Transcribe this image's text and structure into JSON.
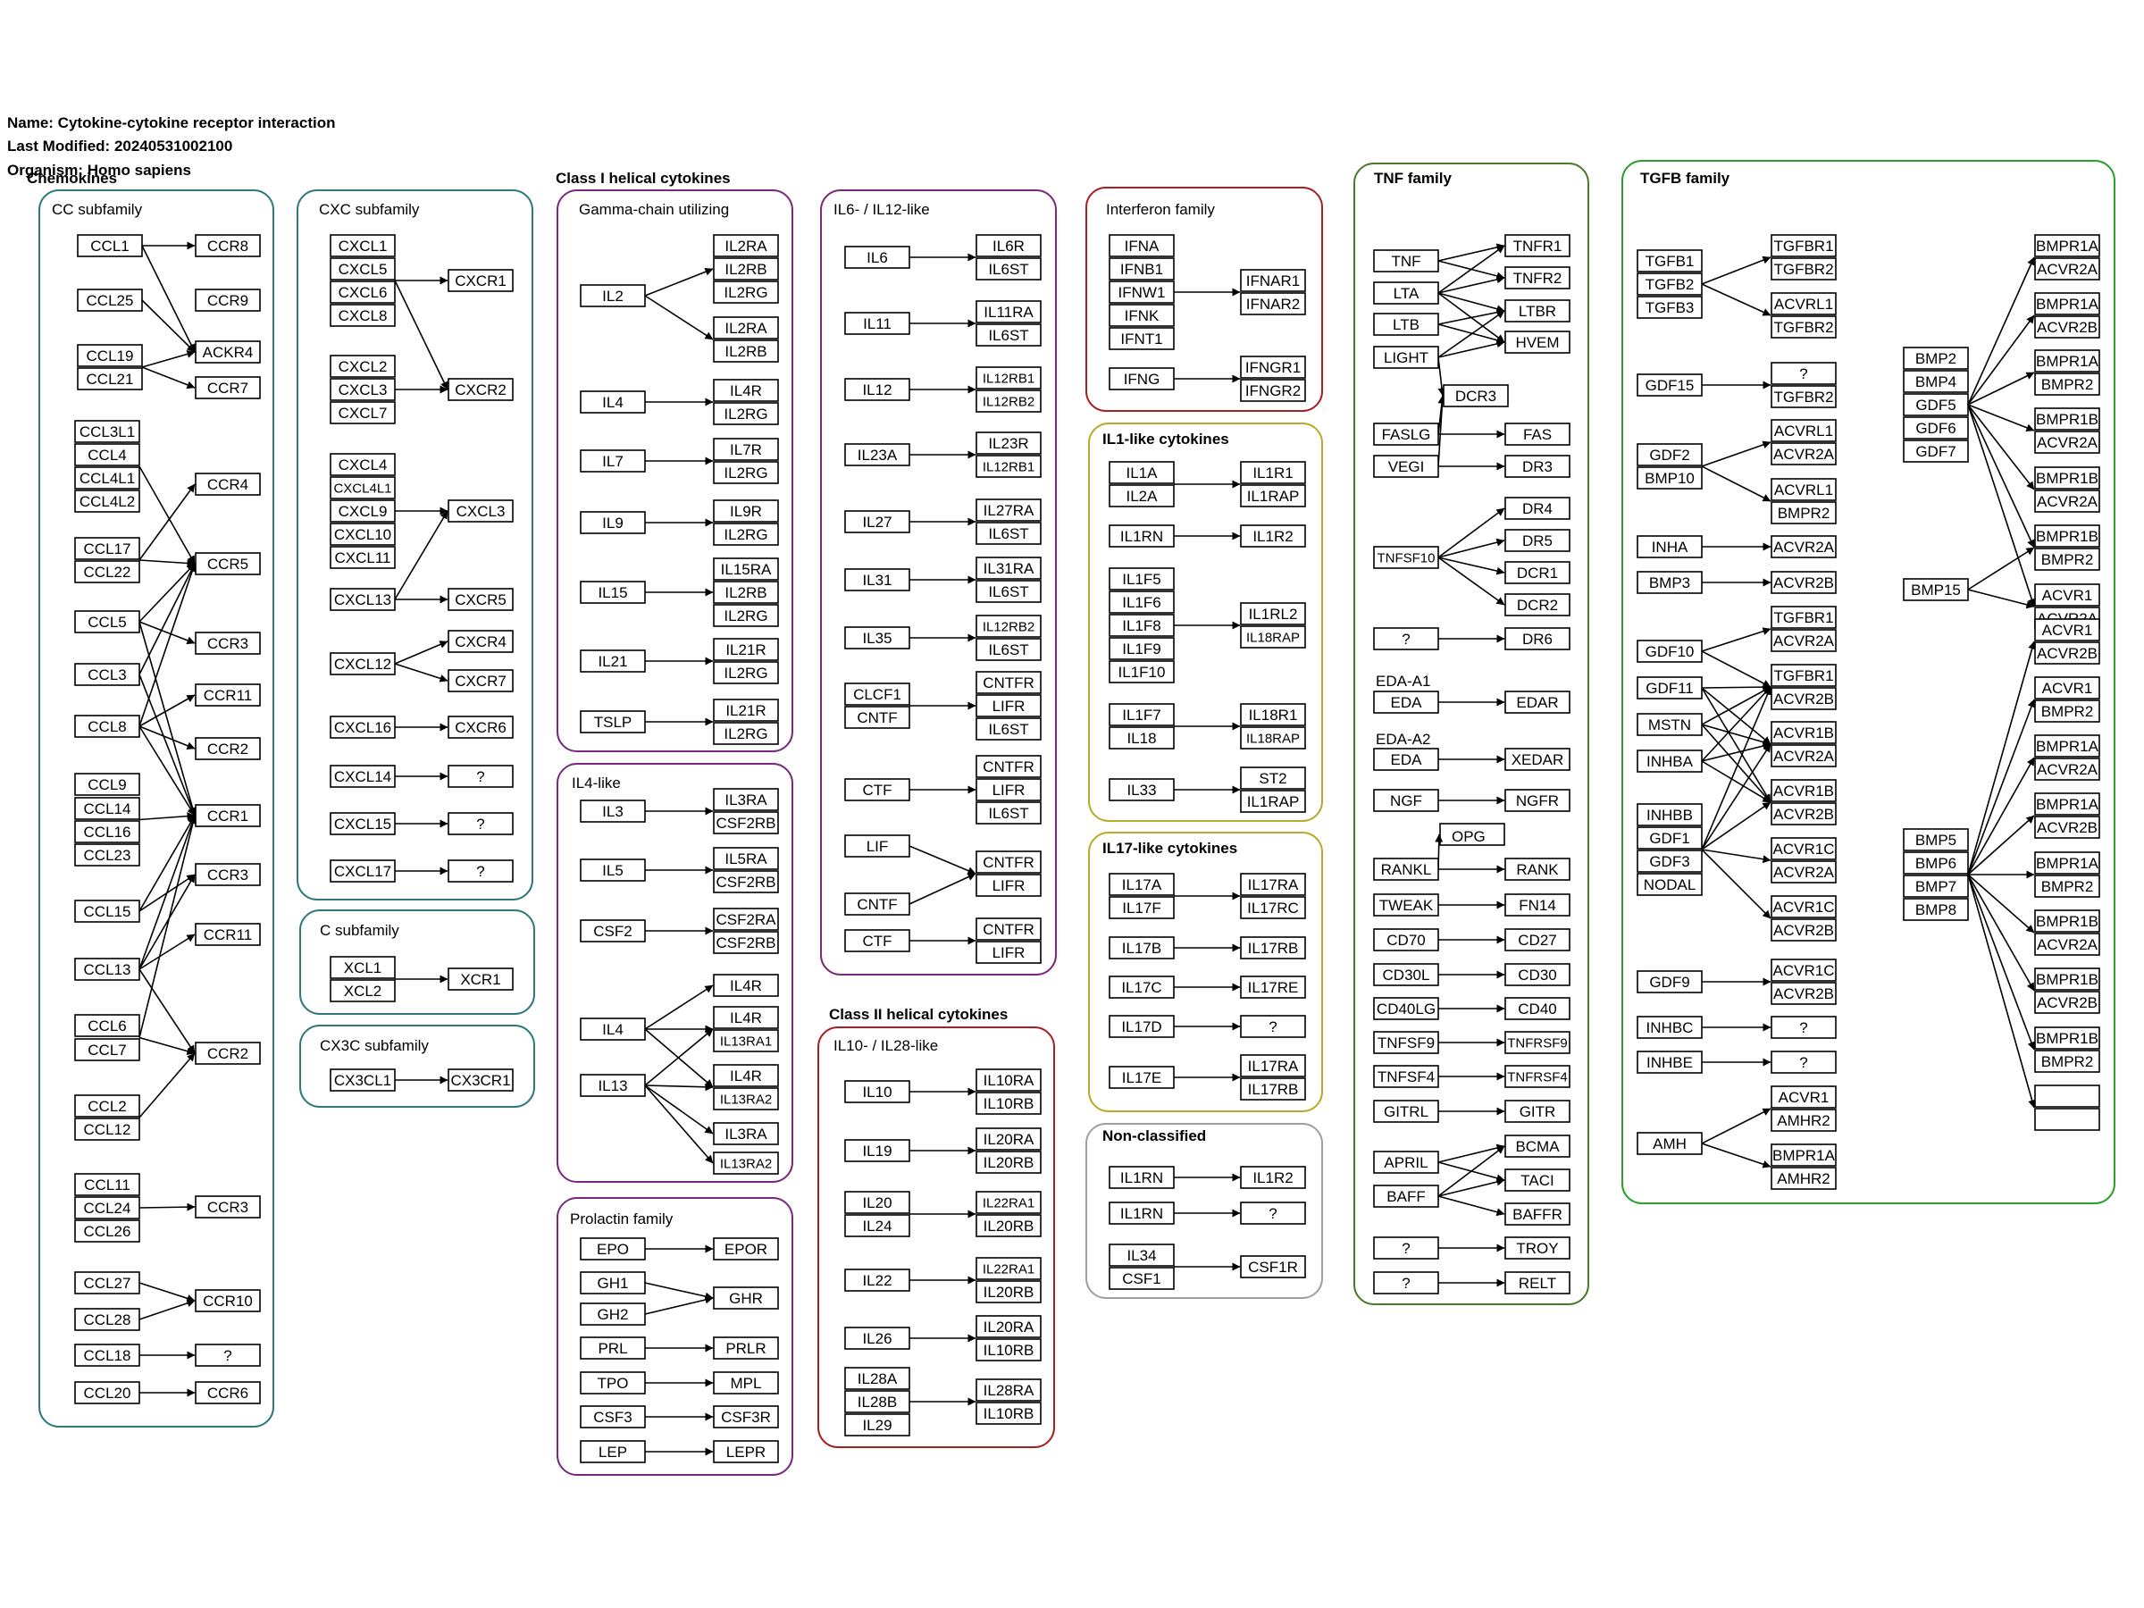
{
  "header": {
    "name": "Name: Cytokine-cytokine receptor interaction",
    "modified": "Last Modified: 20240531002100",
    "organism": "Organism: Homo sapiens"
  },
  "titles": {
    "chemokines": "Chemokines",
    "class1": "Class I helical cytokines",
    "class2": "Class II helical cytokines",
    "tnf": "TNF family",
    "tgfb": "TGFB family",
    "il1like": "IL1-like cytokines",
    "il17like": "IL17-like cytokines",
    "nonclass": "Non-classified"
  },
  "subgroups": {
    "cc": "CC subfamily",
    "cxc": "CXC subfamily",
    "c": "C subfamily",
    "cx3c": "CX3C subfamily",
    "gamma": "Gamma-chain utilizing",
    "il4like": "IL4-like",
    "prolactin": "Prolactin family",
    "il6": "IL6- / IL12-like",
    "interferon": "Interferon family",
    "il10": "IL10- / IL28-like"
  },
  "colors": {
    "chemokine_frame": "#2e7a7a",
    "class1_frame": "#7a2a7a",
    "class2_frame": "#a82020",
    "il1_frame": "#b5ac2a",
    "nonclass_frame": "#a0a0a0",
    "tnf_frame": "#4c7a2a",
    "tgfb_frame": "#2aa02a",
    "node_border": "#000000",
    "arrow": "#000000"
  },
  "labels": {
    "eda_a1": "EDA-A1",
    "eda_a2": "EDA-A2",
    "opg": "OPG"
  },
  "genes": {
    "cc_lig": [
      "CCL1",
      "CCL25",
      "CCL19",
      "CCL21",
      "CCL3L1",
      "CCL4",
      "CCL4L1",
      "CCL4L2",
      "CCL17",
      "CCL22",
      "CCL5",
      "CCL3",
      "CCL8",
      "CCL9",
      "CCL14",
      "CCL16",
      "CCL23",
      "CCL15",
      "CCL13",
      "CCL6",
      "CCL7",
      "CCL2",
      "CCL12",
      "CCL11",
      "CCL24",
      "CCL26",
      "CCL27",
      "CCL28",
      "CCL18",
      "CCL20"
    ],
    "cc_rec": [
      "CCR8",
      "CCR9",
      "ACKR4",
      "CCR7",
      "CCR4",
      "CCR5",
      "CCR3",
      "CCR11",
      "CCR2",
      "CCR1",
      "CCR3",
      "CCR11",
      "CCR2",
      "CCR3",
      "CCR10",
      "?",
      "CCR6"
    ],
    "cxc_lig": [
      "CXCL1",
      "CXCL5",
      "CXCL6",
      "CXCL8",
      "CXCL2",
      "CXCL3",
      "CXCL7",
      "CXCL4",
      "CXCL4L1",
      "CXCL9",
      "CXCL10",
      "CXCL11",
      "CXCL13",
      "CXCL12",
      "CXCL16",
      "CXCL14",
      "CXCL15",
      "CXCL17"
    ],
    "cxc_rec": [
      "CXCR1",
      "CXCR2",
      "CXCL3",
      "CXCR5",
      "CXCR4",
      "CXCR7",
      "CXCR6",
      "?",
      "?",
      "?"
    ],
    "c_lig": [
      "XCL1",
      "XCL2"
    ],
    "c_rec": [
      "XCR1"
    ],
    "cx3c_lig": [
      "CX3CL1"
    ],
    "cx3c_rec": [
      "CX3CR1"
    ],
    "gamma_lig": [
      "IL2",
      "IL4",
      "IL7",
      "IL9",
      "IL15",
      "IL21",
      "TSLP"
    ],
    "gamma_rec": [
      "IL2RA",
      "IL2RB",
      "IL2RG",
      "IL2RA",
      "IL2RB",
      "IL4R",
      "IL2RG",
      "IL7R",
      "IL2RG",
      "IL9R",
      "IL2RG",
      "IL15RA",
      "IL2RB",
      "IL2RG",
      "IL21R",
      "IL2RG",
      "IL21R",
      "IL2RG"
    ],
    "il4like_lig": [
      "IL3",
      "IL5",
      "CSF2",
      "IL4",
      "IL13"
    ],
    "il4like_rec": [
      "IL3RA",
      "CSF2RB",
      "IL5RA",
      "CSF2RB",
      "CSF2RA",
      "CSF2RB",
      "IL4R",
      "IL4R",
      "IL13RA1",
      "IL4R",
      "IL13RA2",
      "IL3RA",
      "IL13RA2"
    ],
    "prl_lig": [
      "EPO",
      "GH1",
      "GH2",
      "PRL",
      "TPO",
      "CSF3",
      "LEP"
    ],
    "prl_rec": [
      "EPOR",
      "GHR",
      "PRLR",
      "MPL",
      "CSF3R",
      "LEPR"
    ],
    "il6_lig": [
      "IL6",
      "IL11",
      "IL12",
      "IL23A",
      "IL27",
      "IL31",
      "IL35",
      "CLCF1",
      "CNTF",
      "CTF",
      "LIF",
      "CNTF",
      "CTF"
    ],
    "il6_rec": [
      "IL6R",
      "IL6ST",
      "IL11RA",
      "IL6ST",
      "IL12RB1",
      "IL12RB2",
      "IL23R",
      "IL12RB1",
      "IL27RA",
      "IL6ST",
      "IL31RA",
      "IL6ST",
      "IL12RB2",
      "IL6ST",
      "CNTFR",
      "LIFR",
      "IL6ST",
      "CNTFR",
      "LIFR",
      "IL6ST",
      "CNTFR",
      "LIFR",
      "CNTFR",
      "LIFR"
    ],
    "ifn_lig": [
      "IFNA",
      "IFNB1",
      "IFNW1",
      "IFNK",
      "IFNT1",
      "IFNG"
    ],
    "ifn_rec": [
      "IFNAR1",
      "IFNAR2",
      "IFNGR1",
      "IFNGR2"
    ],
    "il10_lig": [
      "IL10",
      "IL19",
      "IL20",
      "IL24",
      "IL22",
      "IL26",
      "IL28A",
      "IL28B",
      "IL29"
    ],
    "il10_rec": [
      "IL10RA",
      "IL10RB",
      "IL20RA",
      "IL20RB",
      "IL22RA1",
      "IL20RB",
      "IL22RA1",
      "IL20RB",
      "IL20RA",
      "IL10RB",
      "IL28RA",
      "IL10RB"
    ],
    "il1_lig": [
      "IL1A",
      "IL2A",
      "IL1RN",
      "IL1F5",
      "IL1F6",
      "IL1F8",
      "IL1F9",
      "IL1F10",
      "IL1F7",
      "IL18",
      "IL33"
    ],
    "il1_rec": [
      "IL1R1",
      "IL1RAP",
      "IL1R2",
      "IL1RL2",
      "IL18RAP",
      "IL18R1",
      "IL18RAP",
      "ST2",
      "IL1RAP"
    ],
    "il17_lig": [
      "IL17A",
      "IL17F",
      "IL17B",
      "IL17C",
      "IL17D",
      "IL17E"
    ],
    "il17_rec": [
      "IL17RA",
      "IL17RC",
      "IL17RB",
      "IL17RE",
      "?",
      "IL17RA",
      "IL17RB"
    ],
    "nc_lig": [
      "IL1RN",
      "IL1RN",
      "IL34",
      "CSF1"
    ],
    "nc_rec": [
      "IL1R2",
      "?",
      "CSF1R"
    ],
    "tnf_lig": [
      "TNF",
      "LTA",
      "LTB",
      "LIGHT",
      "FASLG",
      "VEGI",
      "TNFSF10",
      "?",
      "EDA",
      "EDA",
      "NGF",
      "RANKL",
      "TWEAK",
      "CD70",
      "CD30L",
      "CD40LG",
      "TNFSF9",
      "TNFSF4",
      "GITRL",
      "APRIL",
      "BAFF",
      "?",
      "?"
    ],
    "tnf_rec": [
      "TNFR1",
      "TNFR2",
      "LTBR",
      "HVEM",
      "DCR3",
      "FAS",
      "DR3",
      "DR4",
      "DR5",
      "DCR1",
      "DCR2",
      "DR6",
      "EDAR",
      "XEDAR",
      "NGFR",
      "RANK",
      "FN14",
      "CD27",
      "CD30",
      "CD40",
      "TNFRSF9",
      "TNFRSF4",
      "GITR",
      "BCMA",
      "TACI",
      "BAFFR",
      "TROY",
      "RELT"
    ],
    "tgfb_lig": [
      "TGFB1",
      "TGFB2",
      "TGFB3",
      "GDF15",
      "GDF2",
      "BMP10",
      "INHA",
      "BMP3",
      "GDF10",
      "GDF11",
      "MSTN",
      "INHBA",
      "INHBB",
      "GDF1",
      "GDF3",
      "NODAL",
      "GDF9",
      "INHBC",
      "INHBE",
      "AMH",
      "BMP2",
      "BMP4",
      "GDF5",
      "GDF6",
      "GDF7",
      "BMP15",
      "BMP5",
      "BMP6",
      "BMP7",
      "BMP8"
    ],
    "tgfb_rec": [
      "TGFBR1",
      "TGFBR2",
      "ACVRL1",
      "TGFBR2",
      "?",
      "TGFBR2",
      "ACVRL1",
      "ACVR2A",
      "ACVRL1",
      "BMPR2",
      "ACVR2A",
      "ACVR2B",
      "TGFBR1",
      "ACVR2A",
      "TGFBR1",
      "ACVR2B",
      "ACVR1B",
      "ACVR2A",
      "ACVR1B",
      "ACVR2B",
      "ACVR1C",
      "ACVR2A",
      "ACVR1C",
      "ACVR2B",
      "ACVR1C",
      "ACVR2B",
      "?",
      "?",
      "ACVR1",
      "AMHR2",
      "BMPR1A",
      "AMHR2",
      "BMPR1A",
      "ACVR2A",
      "BMPR1A",
      "ACVR2B",
      "BMPR1A",
      "BMPR2",
      "BMPR1B",
      "ACVR2A",
      "BMPR1B",
      "ACVR2A",
      "BMPR1B",
      "BMPR2",
      "ACVR1",
      "ACVR2A",
      "ACVR1",
      "ACVR2B",
      "ACVR1",
      "BMPR2",
      "BMPR1A",
      "ACVR2A",
      "BMPR1A",
      "ACVR2B",
      "BMPR1A",
      "BMPR2",
      "BMPR1B",
      "ACVR2A",
      "BMPR1B",
      "ACVR2B",
      "BMPR1B",
      "BMPR2"
    ]
  }
}
